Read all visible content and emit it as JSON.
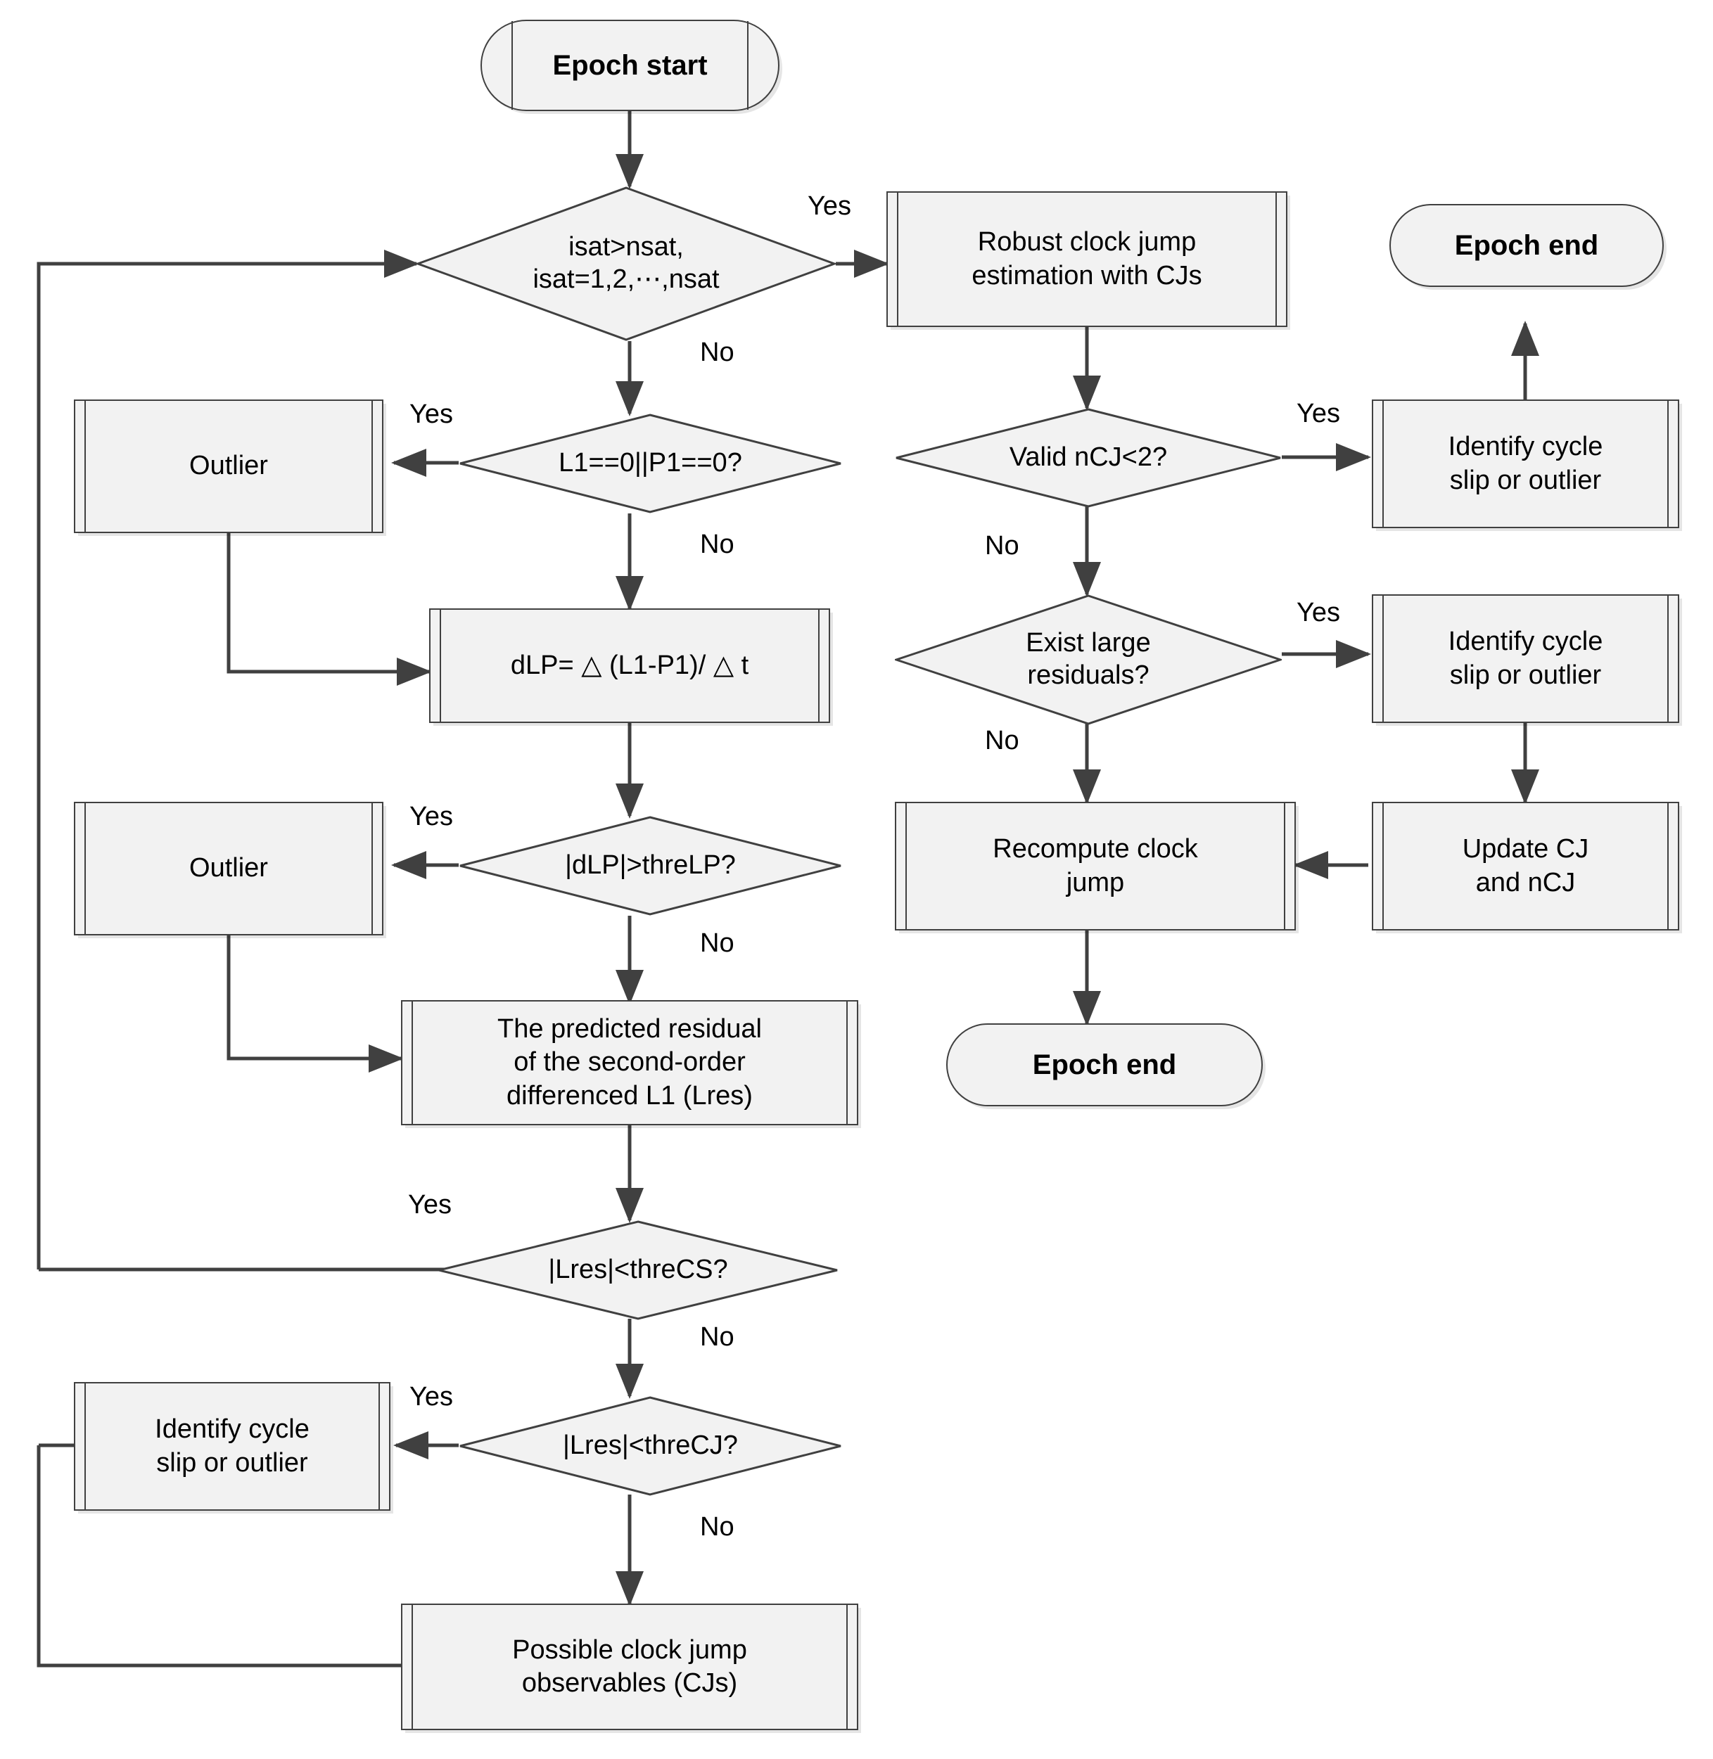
{
  "diagram": {
    "title": "Clock jump / cycle slip detection flowchart",
    "colors": {
      "node_fill": "#f2f2f2",
      "node_border": "#404040",
      "wire": "#404040",
      "text": "#000000",
      "background": "#ffffff"
    }
  },
  "nodes": {
    "epoch_start": "Epoch start",
    "dec_isat": "isat>nsat,\nisat=1,2,⋯,nsat",
    "robust_estimation": "Robust clock jump\nestimation  with CJs",
    "epoch_end_top": "Epoch end",
    "outlier_1": "Outlier",
    "dec_l1p1": "L1==0||P1==0?",
    "dec_valid_ncj": "Valid nCJ<2?",
    "identify_cs_1": "Identify cycle\nslip or outlier",
    "dlp_formula": "dLP= △ (L1-P1)/ △ t",
    "dec_exist_large": "Exist large\nresiduals?",
    "identify_cs_2": "Identify cycle\nslip or outlier",
    "outlier_2": "Outlier",
    "dec_dlp": "|dLP|>threLP?",
    "recompute_cj": "Recompute clock\njump",
    "update_cj": "Update CJ\nand nCJ",
    "predicted_residual": "The predicted residual\nof the second-order\ndifferenced L1 (Lres)",
    "epoch_end_bottom": "Epoch end",
    "dec_lres_cs": "|Lres|<threCS?",
    "identify_cs_3": "Identify cycle\nslip or outlier",
    "dec_lres_cj": "|Lres|<threCJ?",
    "possible_cj": "Possible clock jump\nobservables (CJs)"
  },
  "edge_labels": {
    "isat_yes": "Yes",
    "isat_no": "No",
    "l1p1_yes": "Yes",
    "l1p1_no": "No",
    "dlp_yes": "Yes",
    "dlp_no": "No",
    "lres_cs_yes": "Yes",
    "lres_cs_no": "No",
    "lres_cj_yes": "Yes",
    "lres_cj_no": "No",
    "valid_ncj_yes": "Yes",
    "valid_ncj_no": "No",
    "exist_yes": "Yes",
    "exist_no": "No"
  }
}
